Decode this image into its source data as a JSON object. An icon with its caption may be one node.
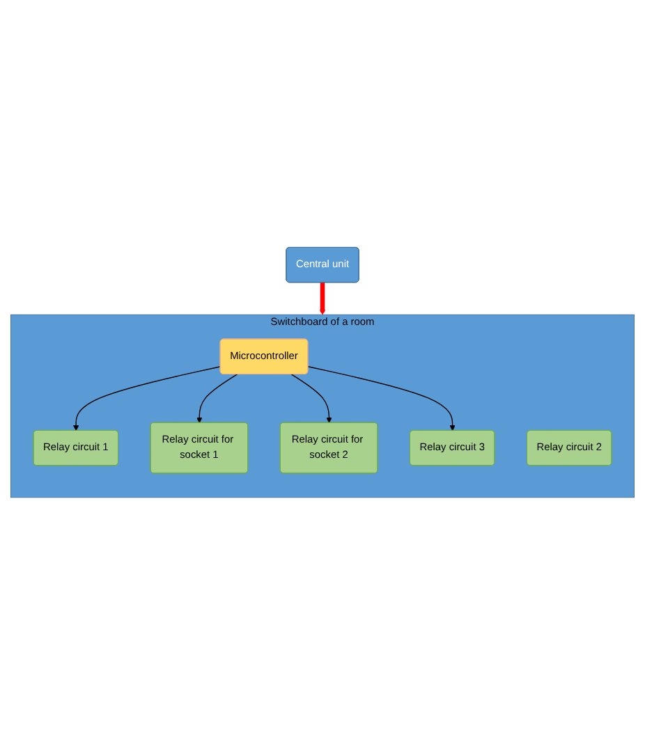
{
  "diagram": {
    "nodes": [
      {
        "text": [
          "Central unit"
        ]
      },
      {
        "text": [
          "Switchboard of a room"
        ]
      },
      {
        "text": [
          "Microcontroller"
        ],
        "in": 1
      },
      {
        "text": [
          "Relay circuit 1"
        ],
        "in": 1
      },
      {
        "text": [
          "Relay circuit 2"
        ],
        "in": 1
      },
      {
        "text": [
          "Relay circuit 3"
        ],
        "in": 1
      },
      {
        "text": [
          "Relay circuit for socket 1"
        ],
        "in": 1
      },
      {
        "text": [
          "Relay circuit for socket 2"
        ],
        "in": 1
      }
    ],
    "edges": [
      {
        "from": 0,
        "to": 1,
        "arrow": "to",
        "style": "thick",
        "color": "#ff0000"
      },
      {
        "from": 2,
        "to": 3,
        "arrow": "to"
      },
      {
        "from": 2,
        "to": 6,
        "arrow": "to"
      },
      {
        "from": 2,
        "to": 7,
        "arrow": "to"
      },
      {
        "from": 2,
        "to": 5,
        "arrow": "to"
      }
    ]
  }
}
